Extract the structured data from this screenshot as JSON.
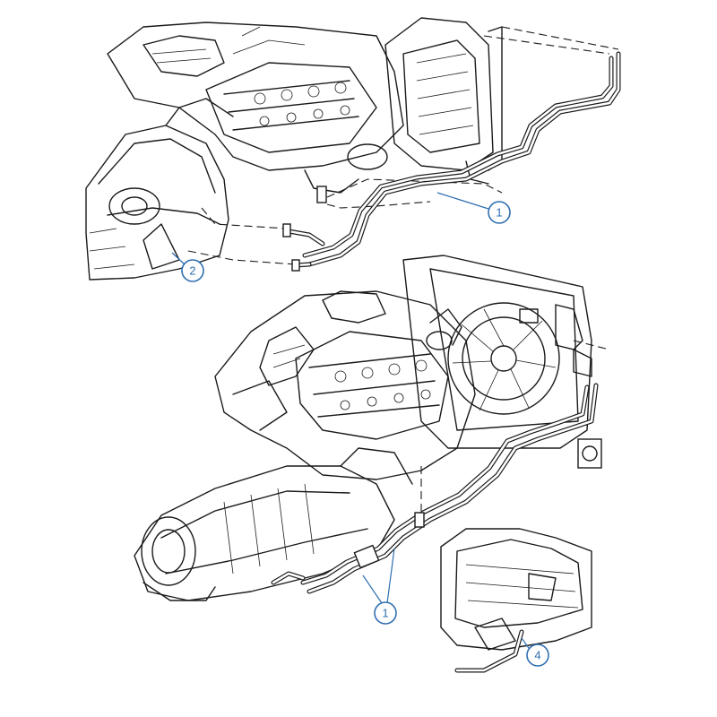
{
  "callouts": [
    {
      "id": "1",
      "label": "1"
    },
    {
      "id": "2",
      "label": "2"
    },
    {
      "id": "1b",
      "label": "1"
    },
    {
      "id": "4",
      "label": "4"
    }
  ],
  "colors": {
    "line_art": "#1a1a1a",
    "callout_accent": "#2f6fb0",
    "background": "#ffffff"
  }
}
